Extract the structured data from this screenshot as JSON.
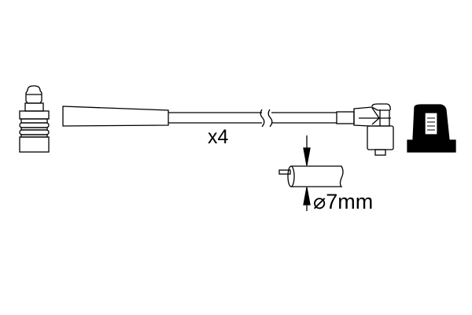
{
  "diagram": {
    "quantity_label": "x4",
    "diameter_label": "⌀7mm",
    "colors": {
      "line": "#000000",
      "background": "#ffffff"
    },
    "parts": [
      "spark-plug-connector",
      "cable-boot",
      "ignition-cable",
      "angled-distributor-connector",
      "distributor-cap-terminal",
      "cable-cross-section"
    ]
  }
}
